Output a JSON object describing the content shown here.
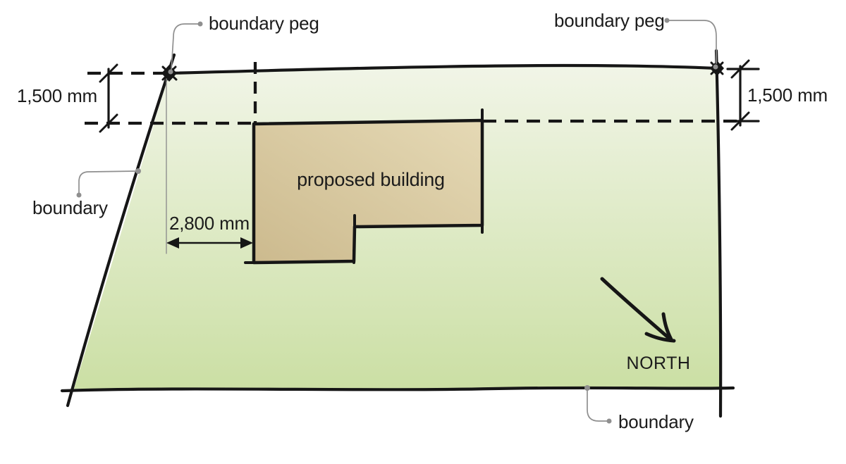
{
  "labels": {
    "boundary_peg_left": "boundary peg",
    "boundary_peg_right": "boundary peg",
    "boundary_left": "boundary",
    "boundary_bottom": "boundary",
    "proposed_building": "proposed building",
    "north": "NORTH"
  },
  "dimensions": {
    "front_setback_left": "1,500 mm",
    "front_setback_right": "1,500 mm",
    "side_setback": "2,800 mm"
  },
  "colors": {
    "site_top": "#f1f5e7",
    "site_bottom": "#cbdfa4",
    "building_light": "#e5d9b5",
    "building_dark": "#ccba8e",
    "ink": "#161616",
    "leader": "#8f8f8f"
  }
}
